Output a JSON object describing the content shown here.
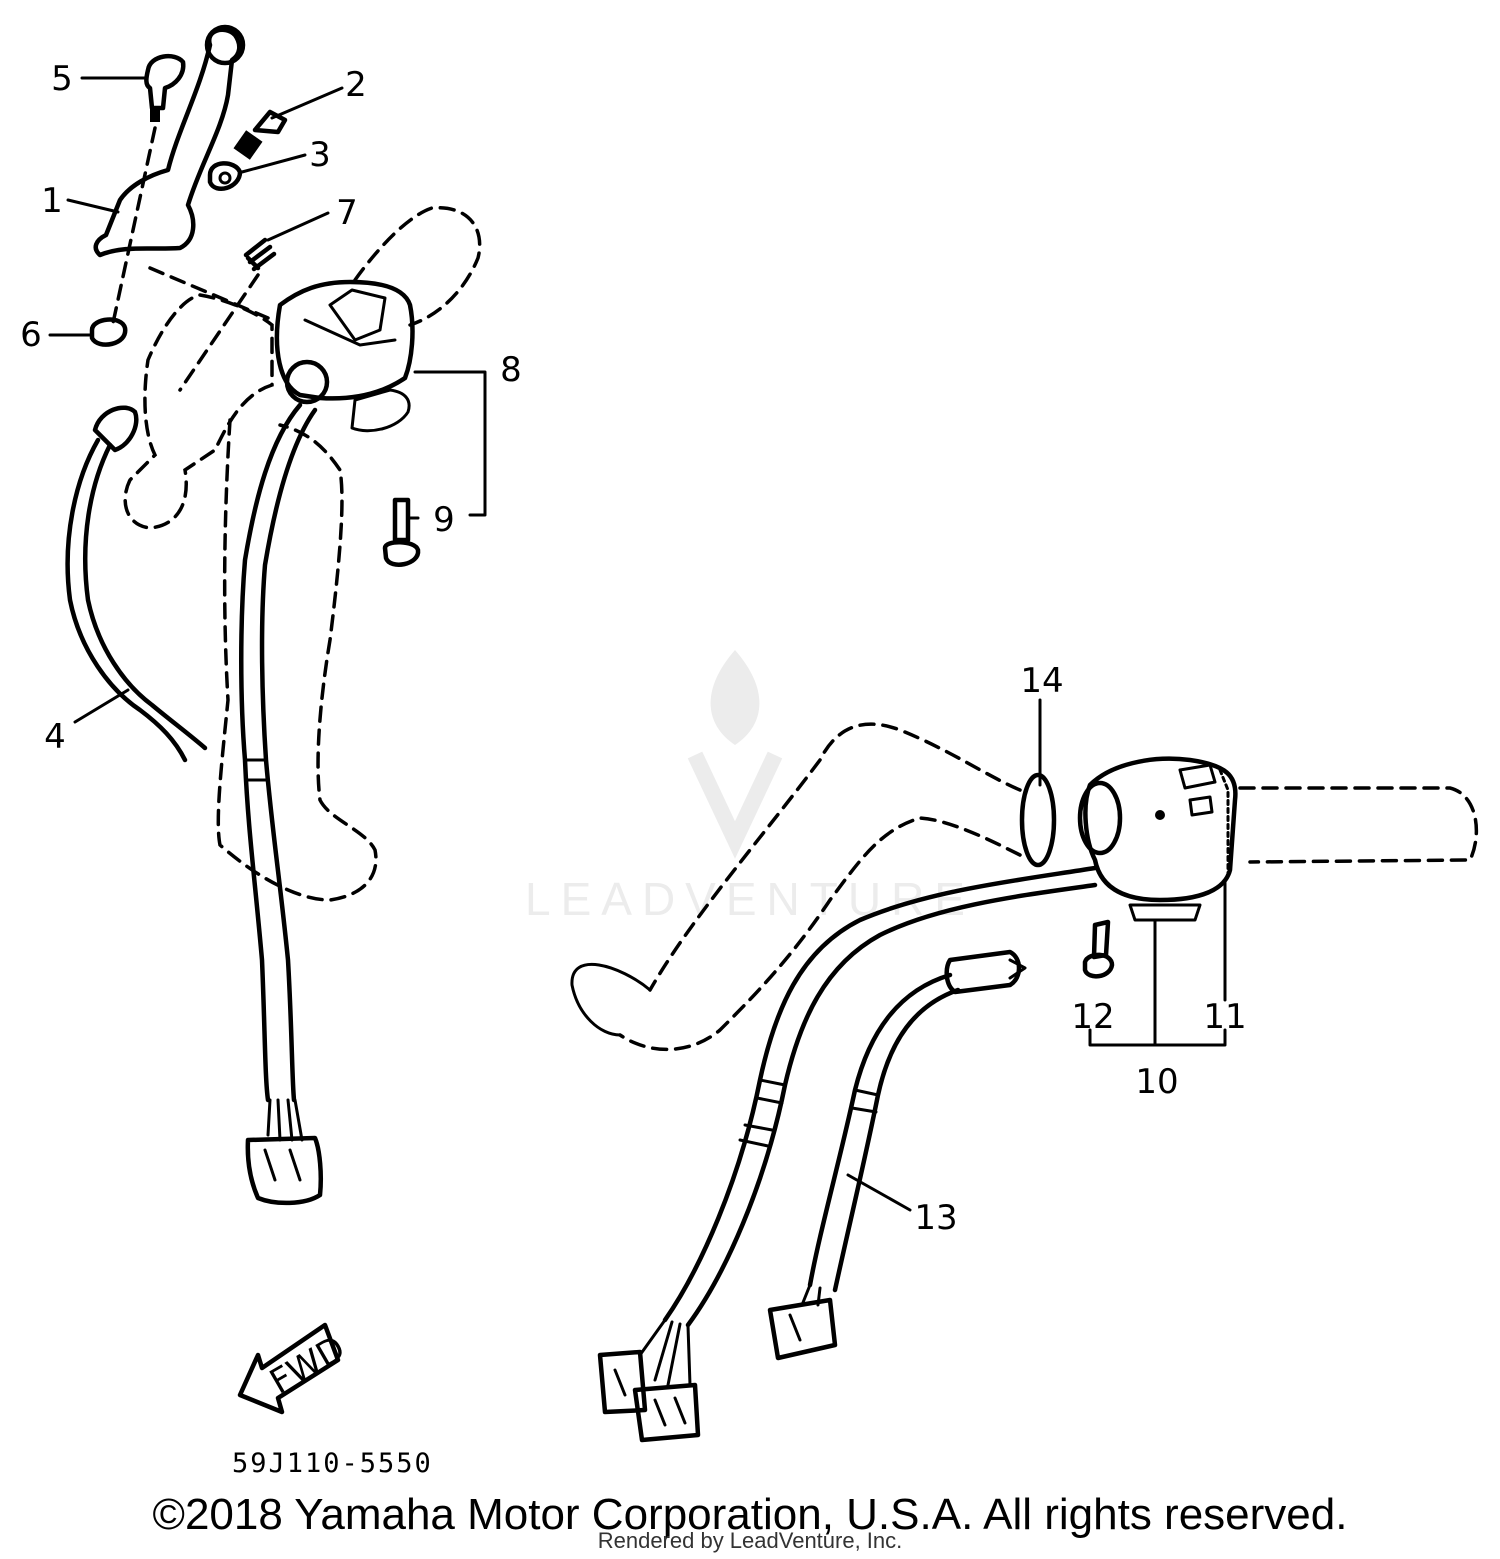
{
  "diagram": {
    "part_code": "59J110-5550",
    "fwd_label": "FWD",
    "callouts": [
      {
        "id": "1",
        "label": "1"
      },
      {
        "id": "2",
        "label": "2"
      },
      {
        "id": "3",
        "label": "3"
      },
      {
        "id": "4",
        "label": "4"
      },
      {
        "id": "5",
        "label": "5"
      },
      {
        "id": "6",
        "label": "6"
      },
      {
        "id": "7",
        "label": "7"
      },
      {
        "id": "8",
        "label": "8"
      },
      {
        "id": "9",
        "label": "9"
      },
      {
        "id": "10",
        "label": "10"
      },
      {
        "id": "11",
        "label": "11"
      },
      {
        "id": "12",
        "label": "12"
      },
      {
        "id": "13",
        "label": "13"
      },
      {
        "id": "14",
        "label": "14"
      }
    ]
  },
  "watermark": {
    "text": "LEADVENTURE"
  },
  "footer": {
    "copyright": "©2018 Yamaha Motor Corporation, U.S.A. All rights reserved.",
    "rendered_by": "Rendered by LeadVenture, Inc."
  },
  "colors": {
    "ink": "#000000",
    "watermark": "#ececec",
    "background": "#ffffff"
  }
}
